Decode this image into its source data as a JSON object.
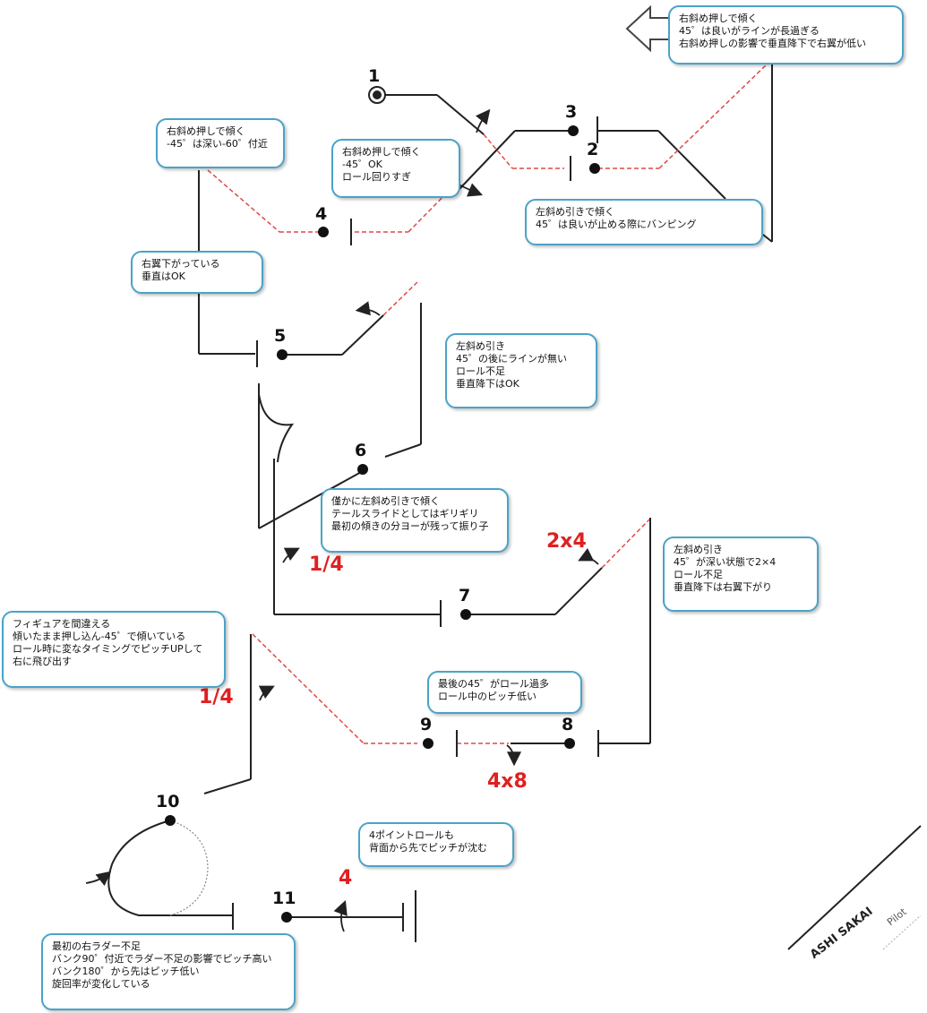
{
  "maneuver_numbers": [
    "1",
    "2",
    "3",
    "4",
    "5",
    "6",
    "7",
    "8",
    "9",
    "10",
    "11"
  ],
  "roll_labels": {
    "quarter_a": "1/4",
    "two_by_four": "2x4",
    "quarter_b": "1/4",
    "four_by_eight": "4x8",
    "four": "4"
  },
  "notes": {
    "top_right": [
      "右斜め押しで傾く",
      "45゜は良いがラインが長過ぎる",
      "右斜め押しの影響で垂直降下で右翼が低い"
    ],
    "upper_left": [
      "右斜め押しで傾く",
      "-45゜は深い-60゜付近"
    ],
    "upper_middle": [
      "右斜め押しで傾く",
      "-45゜OK",
      "ロール回りすぎ"
    ],
    "right_middle": [
      "左斜め引きで傾く",
      "45゜は良いが止める際にバンピング"
    ],
    "left_middle": [
      "右翼下がっている",
      "垂直はOK"
    ],
    "middle_right": [
      "左斜め引き",
      "45゜の後にラインが無い",
      "ロール不足",
      "垂直降下はOK"
    ],
    "center": [
      "僅かに左斜め引きで傾く",
      "テールスライドとしてはギリギリ",
      "最初の傾きの分ヨーが残って振り子"
    ],
    "far_right": [
      "左斜め引き",
      "45゜が深い状態で2×4",
      "ロール不足",
      "垂直降下は右翼下がり"
    ],
    "far_left": [
      "フィギュアを間違える",
      "傾いたまま押し込ん-45゜で傾いている",
      "ロール時に変なタイミングでピッチUPして",
      "右に飛び出す"
    ],
    "lower_middle": [
      "最後の45゜がロール過多",
      "ロール中のピッチ低い"
    ],
    "bottom_middle": [
      "4ポイントロールも",
      "背面から先でピッチが沈む"
    ],
    "bottom_left": [
      "最初の右ラダー不足",
      "バンク90゜付近でラダー不足の影響でピッチ高い",
      "バンク180゜から先はピッチ低い",
      "旋回率が変化している"
    ]
  },
  "corner_badge": {
    "name": "ASHI SAKAI",
    "role": "Pilot"
  },
  "colors": {
    "line": "#222222",
    "dashed": "#e04848",
    "note_border": "#4aa3c8",
    "label_red": "#e02020"
  }
}
